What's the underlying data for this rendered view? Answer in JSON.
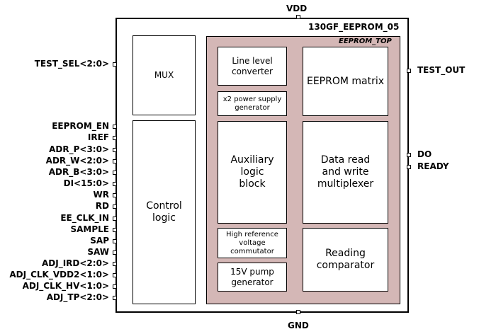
{
  "chip_name": "130GF_EEPROM_05",
  "top_name": "EEPROM_TOP",
  "power": {
    "vdd": "VDD",
    "gnd": "GND"
  },
  "blocks": {
    "mux": "MUX",
    "control_logic": "Control\nlogic",
    "line_level_converter": "Line level\nconverter",
    "x2_power_supply": "x2 power supply\ngenerator",
    "eeprom_matrix": "EEPROM matrix",
    "auxiliary_logic": "Auxiliary\nlogic\nblock",
    "data_rw_mux": "Data read\nand write\nmultiplexer",
    "high_ref_voltage": "High reference\nvoltage\ncommutator",
    "pump_15v": "15V pump\ngenerator",
    "reading_comparator": "Reading\ncomparator"
  },
  "left_pins": [
    "TEST_SEL<2:0>",
    "EEPROM_EN",
    "IREF",
    "ADR_P<3:0>",
    "ADR_W<2:0>",
    "ADR_B<3:0>",
    "DI<15:0>",
    "WR",
    "RD",
    "EE_CLK_IN",
    "SAMPLE",
    "SAP",
    "SAW",
    "ADJ_IRD<2:0>",
    "ADJ_CLK_VDD2<1:0>",
    "ADJ_CLK_HV<1:0>",
    "ADJ_TP<2:0>"
  ],
  "right_pins": [
    "TEST_OUT",
    "DO",
    "READY"
  ]
}
